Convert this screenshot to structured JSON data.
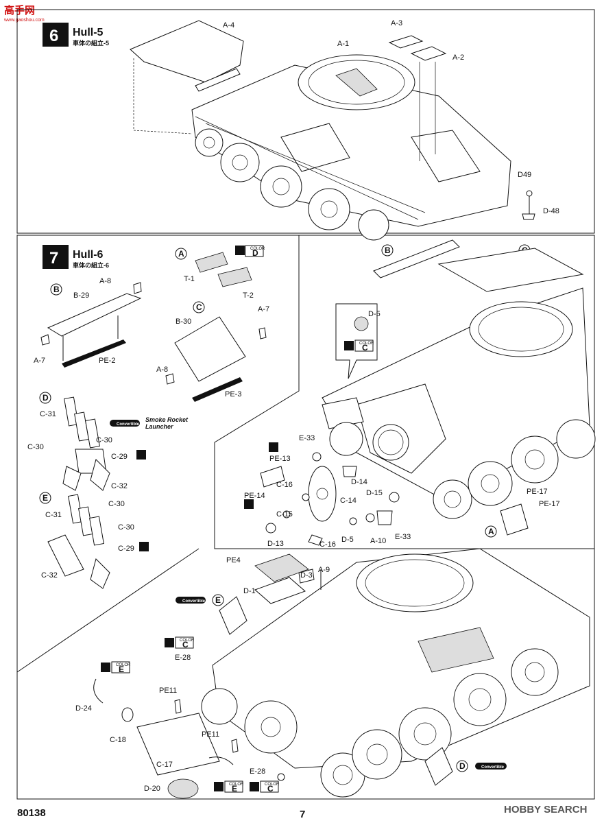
{
  "watermark": {
    "site_logo": "高手网",
    "site_url": "www.gaoshou.com",
    "search_brand": "HOBBY SEARCH"
  },
  "footer": {
    "code": "80138",
    "page": "7"
  },
  "step6": {
    "number": "6",
    "title": "Hull-5",
    "subtitle": "車体の組立-5",
    "labels": [
      "A-4",
      "A-1",
      "A-3",
      "A-2",
      "D49",
      "D-48"
    ]
  },
  "step7": {
    "number": "7",
    "title": "Hull-6",
    "subtitle": "車体の組立-6",
    "sub_a": {
      "circle": "A",
      "color_tag": "COLOR",
      "color": "D",
      "labels": [
        "T-1",
        "T-2"
      ]
    },
    "sub_b": {
      "circle": "B",
      "labels": [
        "A-8",
        "B-29",
        "A-7",
        "PE-2"
      ]
    },
    "sub_c": {
      "circle": "C",
      "labels": [
        "B-30",
        "A-7",
        "A-8",
        "PE-3"
      ]
    },
    "sub_d": {
      "circle": "D",
      "labels": [
        "C-31",
        "C-30",
        "C-30",
        "C-29",
        "C-32"
      ],
      "convertible": "Convertible",
      "note_line1": "Smoke Rocket",
      "note_line2": "Launcher"
    },
    "sub_e": {
      "circle": "E",
      "labels": [
        "C-31",
        "C-30",
        "C-30",
        "C-29",
        "C-32"
      ]
    },
    "main": {
      "circles": [
        "B",
        "C",
        "A"
      ],
      "callout": {
        "label": "D-5",
        "color_tag": "COLOR",
        "color": "C"
      },
      "labels": [
        "E-33",
        "PE-13",
        "PE-14",
        "C-16",
        "C-15",
        "C-14",
        "D-14",
        "D-15",
        "D-13",
        "C-16",
        "D-5",
        "A-10",
        "E-33",
        "PE-17",
        "PE-17"
      ]
    }
  },
  "step8": {
    "labels": [
      "PE4",
      "D-3",
      "A-9",
      "D-1",
      "E-28",
      "D-24",
      "PE11",
      "C-18",
      "PE11",
      "C-17",
      "D-20",
      "E-28"
    ],
    "convertible_left": "Convertible",
    "circle_left": "E",
    "convertible_right": "Convertible",
    "circle_right": "D",
    "color_c1": "C",
    "color_e1": "E",
    "color_e2": "E",
    "color_c2": "C",
    "color_tag": "COLOR"
  }
}
